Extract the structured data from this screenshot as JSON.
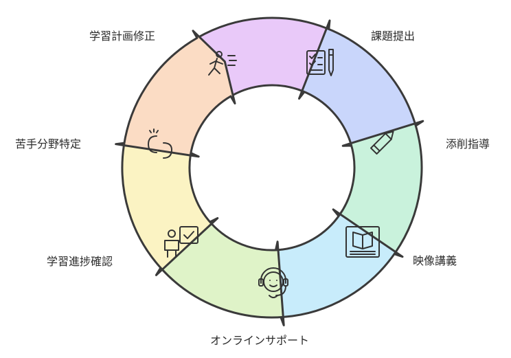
{
  "cycle": {
    "stages": [
      {
        "label": "学習計画修正",
        "icon": "running-person-icon",
        "color": "#e9c9f9"
      },
      {
        "label": "課題提出",
        "icon": "checklist-pen-icon",
        "color": "#c9d6fb"
      },
      {
        "label": "添削指導",
        "icon": "pencil-icon",
        "color": "#c9f2dc"
      },
      {
        "label": "映像講義",
        "icon": "video-lecture-icon",
        "color": "#c8ecfb"
      },
      {
        "label": "オンラインサポート",
        "icon": "headset-support-icon",
        "color": "#dff3c8"
      },
      {
        "label": "学習進捗確認",
        "icon": "person-board-check-icon",
        "color": "#fbf3c3"
      },
      {
        "label": "苦手分野特定",
        "icon": "broken-link-icon",
        "color": "#fbdcc4"
      }
    ]
  }
}
